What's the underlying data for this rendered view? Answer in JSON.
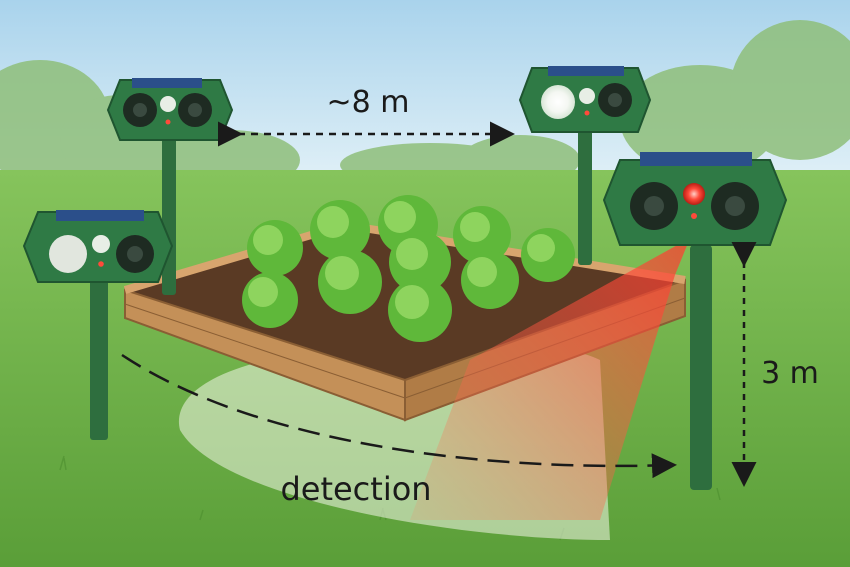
{
  "labels": {
    "spacing": "~8 m",
    "height": "3 m",
    "detection": "detection"
  },
  "colors": {
    "sky_top": "#a9d3ec",
    "sky_bottom": "#e6f3f8",
    "grass": "#6fb24a",
    "device_body": "#2f7a45",
    "pole": "#2e6e3e",
    "solar_panel": "#2b4f8a",
    "led_white": "#ffffff",
    "led_red": "#ff4a3a",
    "bed_wood": "#c49058",
    "soil": "#5a3a24",
    "lettuce": "#5fb83a",
    "detection_beam": "#ff5a4a",
    "arrow": "#1a1a1a"
  },
  "icons": {
    "device": "ultrasonic-animal-repeller-icon",
    "plant": "lettuce-icon"
  }
}
